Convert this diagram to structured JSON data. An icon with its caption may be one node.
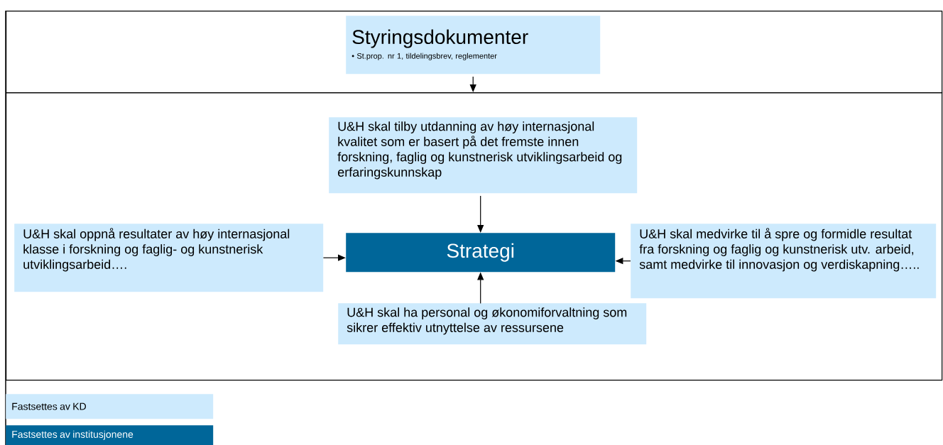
{
  "diagram": {
    "nodes": [
      {
        "text": [],
        "shape": "box"
      },
      {
        "text": [
          "Styringsdokumenter",
          "• St.prop. nr 1, tildelingsbrev, reglementer"
        ],
        "in": 0
      },
      {
        "text": [],
        "shape": "box"
      },
      {
        "text": [
          "U&H skal tilby utdanning av høy internasjonal kvalitet som er basert på det fremste innen forskning, faglig og kunstnerisk utviklingsarbeid og erfaringskunnskap"
        ],
        "in": 2
      },
      {
        "text": [
          "U&H skal oppnå resultater av høy internasjonal klasse i forskning og faglig- og kunstnerisk utviklingsarbeid…."
        ],
        "in": 2
      },
      {
        "text": [
          "Strategi"
        ],
        "in": 2
      },
      {
        "text": [
          "U&H skal medvirke til å spre og formidle resultat fra forskning og faglig og kunstnerisk utv. arbeid, samt medvirke til innovasjon og verdiskapning….."
        ],
        "in": 2
      },
      {
        "text": [
          "U&H skal ha personal og økonomiforvaltning som sikrer effektiv utnyttelse av ressursene"
        ],
        "in": 2
      }
    ],
    "edges": [
      {
        "from": 1,
        "to": 2,
        "arrow": "to"
      },
      {
        "from": 3,
        "to": 5,
        "arrow": "to"
      },
      {
        "from": 4,
        "to": 5,
        "arrow": "to"
      },
      {
        "from": 6,
        "to": 5,
        "arrow": "to"
      },
      {
        "from": 7,
        "to": 5,
        "arrow": "to"
      }
    ],
    "legend": [
      {
        "text": "Fastsettes av KD",
        "color": "#cdeafd"
      },
      {
        "text": "Fastsettes av institusjonene",
        "color": "#006699"
      }
    ]
  }
}
